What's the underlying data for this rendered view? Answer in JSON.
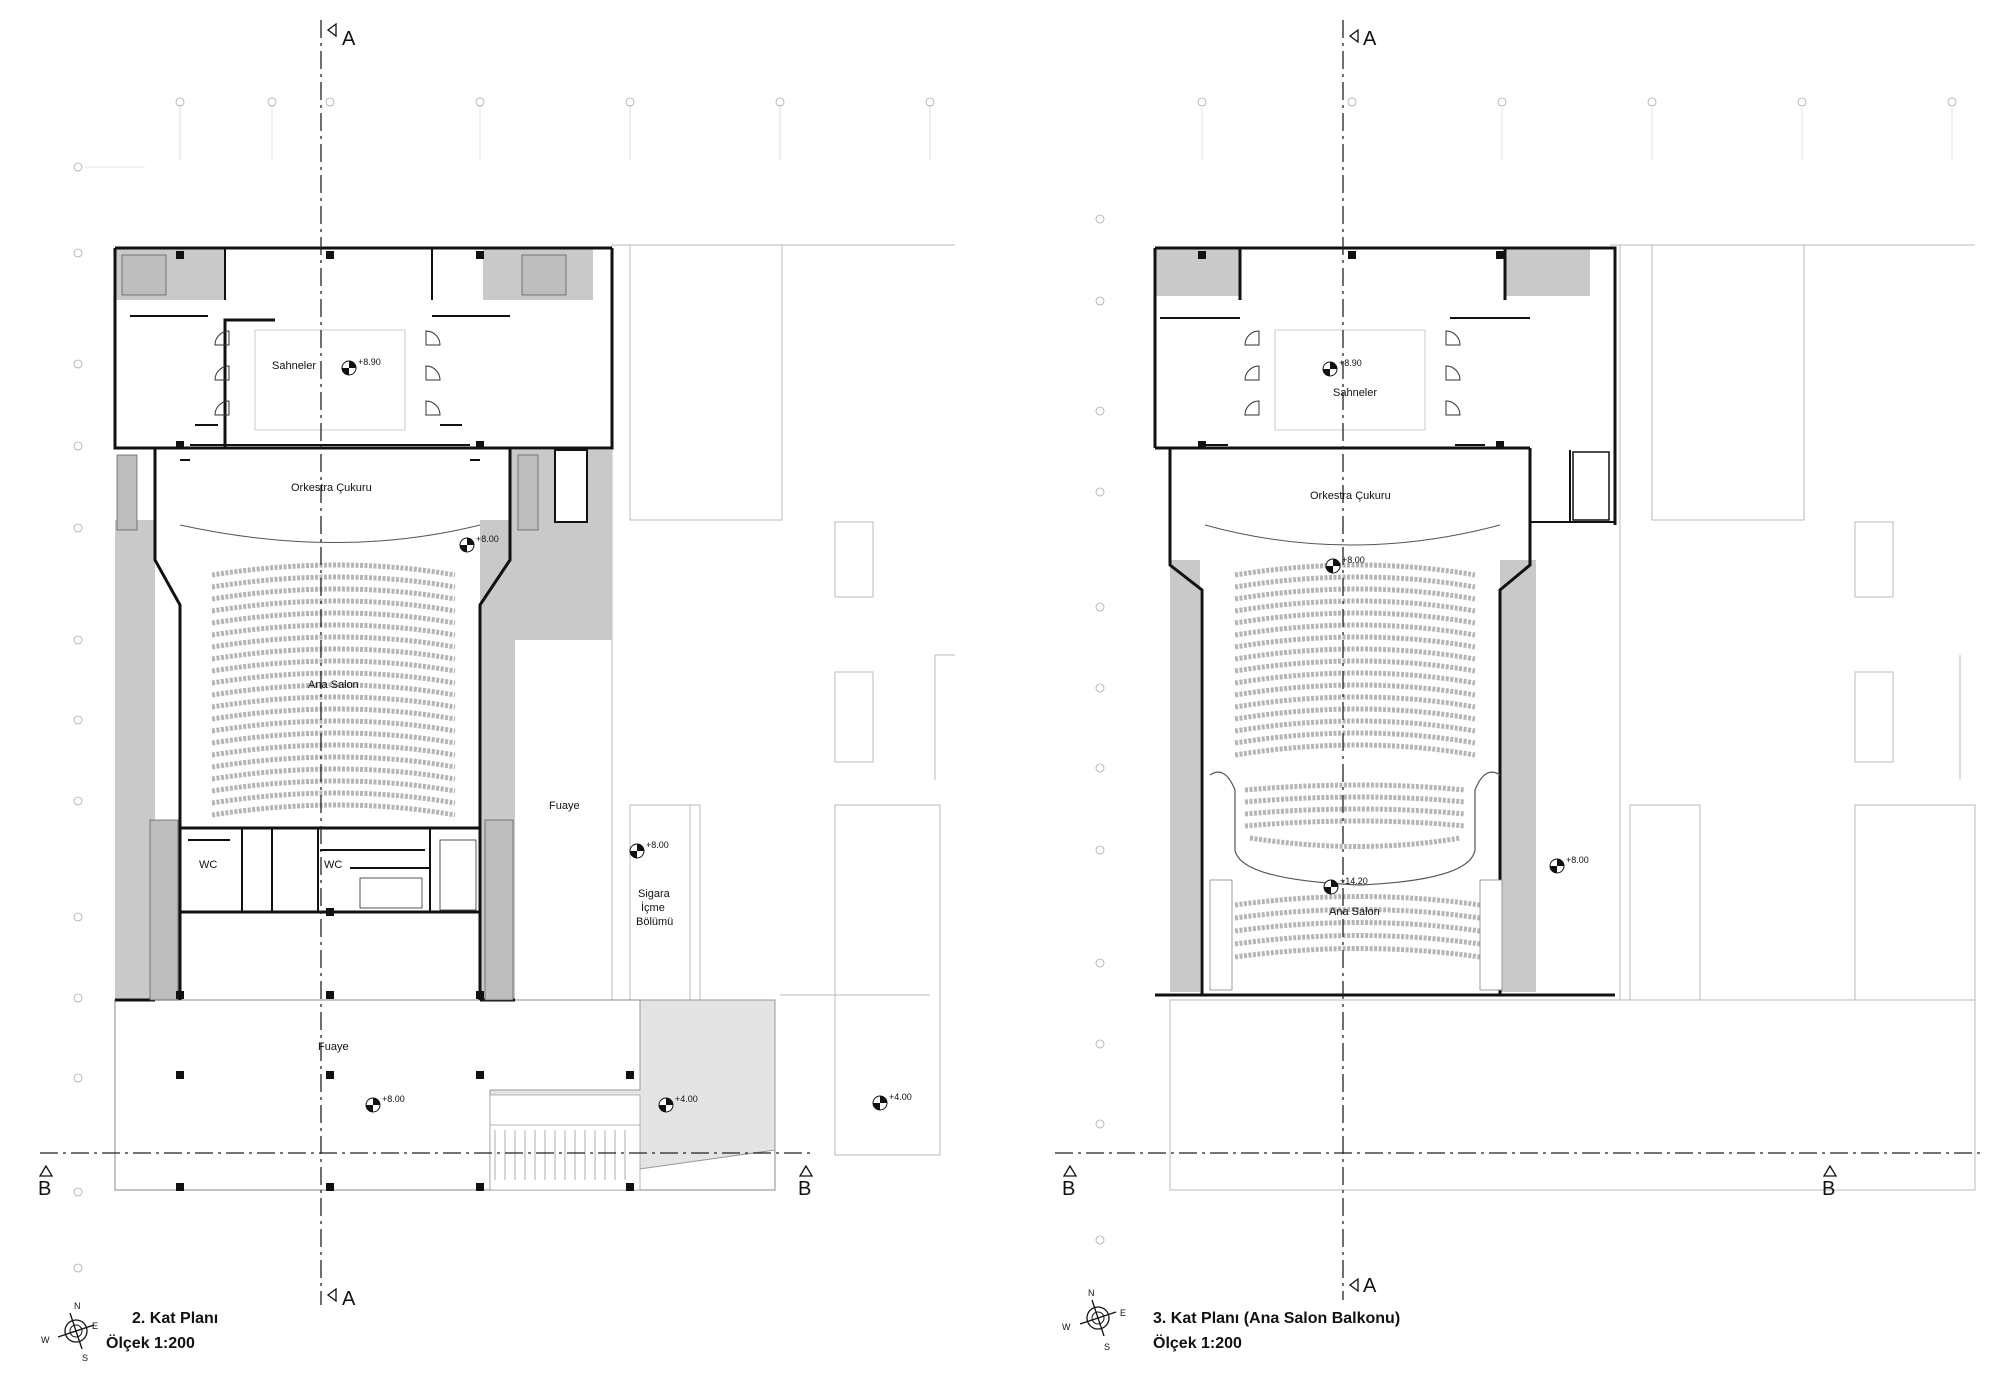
{
  "plans": [
    {
      "title": "2. Kat Planı",
      "scale": "Ölçek  1:200",
      "section_a": "A",
      "section_b": "B",
      "rooms": {
        "sahneler": "Sahneler",
        "orkestra": "Orkestra Çukuru",
        "ana_salon": "Ana Salon",
        "fuaye_side": "Fuaye",
        "fuaye_bottom": "Fuaye",
        "wc_1": "WC",
        "wc_2": "WC",
        "sigara_1": "Sigara",
        "sigara_2": "İçme",
        "sigara_3": "Bölümü"
      },
      "levels": {
        "sahne": "+8.90",
        "salon": "+8.00",
        "sigara": "+8.00",
        "fuaye": "+8.00",
        "ramp": "+4.00",
        "outside": "+4.00"
      }
    },
    {
      "title": "3. Kat Planı (Ana Salon Balkonu)",
      "scale": "Ölçek  1:200",
      "section_a": "A",
      "section_b": "B",
      "rooms": {
        "sahneler": "Sahneler",
        "orkestra": "Orkestra Çukuru",
        "ana_salon": "Ana Salon"
      },
      "levels": {
        "sahne": "+8.90",
        "salon": "+8.00",
        "balkon": "+14.20",
        "side": "+8.00"
      }
    }
  ],
  "compass": {
    "n": "N",
    "e": "E",
    "s": "S",
    "w": "W"
  },
  "colors": {
    "line": "#111111",
    "hatch": "#c8c8c8",
    "thin": "#9a9a9a"
  }
}
